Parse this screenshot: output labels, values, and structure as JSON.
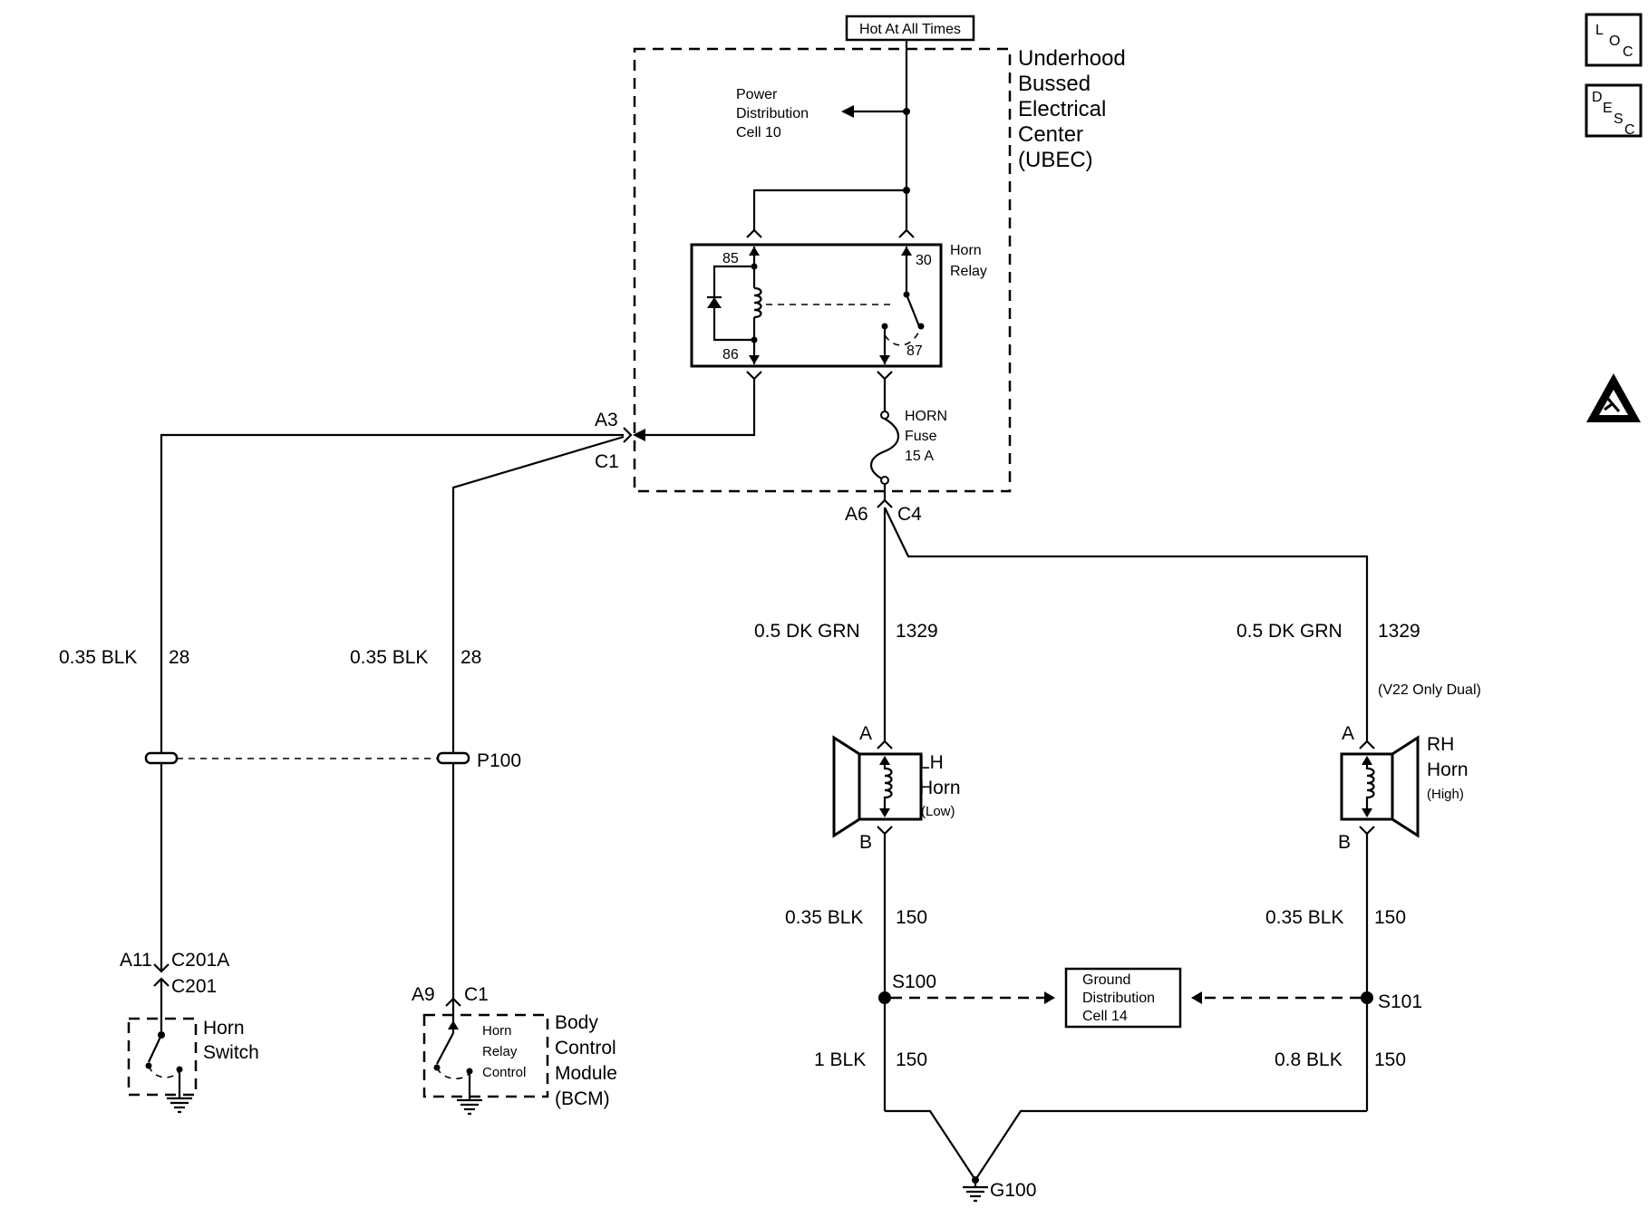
{
  "header": {
    "hot_label": "Hot At All Times",
    "loc_letters": [
      "L",
      "O",
      "C"
    ],
    "desc_letters": [
      "D",
      "E",
      "S",
      "C"
    ]
  },
  "ubec": {
    "title_lines": [
      "Underhood",
      "Bussed",
      "Electrical",
      "Center",
      "(UBEC)"
    ],
    "power_dist_lines": [
      "Power",
      "Distribution",
      "Cell 10"
    ]
  },
  "relay": {
    "title_lines": [
      "Horn",
      "Relay"
    ],
    "pin_85": "85",
    "pin_86": "86",
    "pin_30": "30",
    "pin_87": "87"
  },
  "fuse": {
    "lines": [
      "HORN",
      "Fuse",
      "15 A"
    ]
  },
  "connectors": {
    "a3": "A3",
    "c1_ubec": "C1",
    "a6": "A6",
    "c4": "C4",
    "a11": "A11",
    "c201a": "C201A",
    "c201": "C201",
    "a9": "A9",
    "c1_bcm": "C1",
    "p100": "P100"
  },
  "wires": {
    "left1_gauge": "0.35 BLK",
    "left1_circuit": "28",
    "left2_gauge": "0.35 BLK",
    "left2_circuit": "28",
    "lh_feed_gauge": "0.5 DK GRN",
    "lh_feed_circuit": "1329",
    "rh_feed_gauge": "0.5 DK GRN",
    "rh_feed_circuit": "1329",
    "rh_option": "(V22 Only Dual)",
    "lh_ret_gauge": "0.35 BLK",
    "lh_ret_circuit": "150",
    "rh_ret_gauge": "0.35 BLK",
    "rh_ret_circuit": "150",
    "lh_gnd_gauge": "1 BLK",
    "lh_gnd_circuit": "150",
    "rh_gnd_gauge": "0.8 BLK",
    "rh_gnd_circuit": "150"
  },
  "horn_switch": {
    "lines": [
      "Horn",
      "Switch"
    ]
  },
  "bcm": {
    "lines": [
      "Body",
      "Control",
      "Module",
      "(BCM)"
    ],
    "inner_lines": [
      "Horn",
      "Relay",
      "Control"
    ]
  },
  "lh_horn": {
    "pin_a": "A",
    "pin_b": "B",
    "lines": [
      "LH",
      "Horn"
    ],
    "sub": "(Low)"
  },
  "rh_horn": {
    "pin_a": "A",
    "pin_b": "B",
    "lines": [
      "RH",
      "Horn"
    ],
    "sub": "(High)"
  },
  "splices": {
    "s100": "S100",
    "s101": "S101"
  },
  "ground_dist": {
    "lines": [
      "Ground",
      "Distribution",
      "Cell 14"
    ]
  },
  "ground": {
    "g100": "G100"
  }
}
